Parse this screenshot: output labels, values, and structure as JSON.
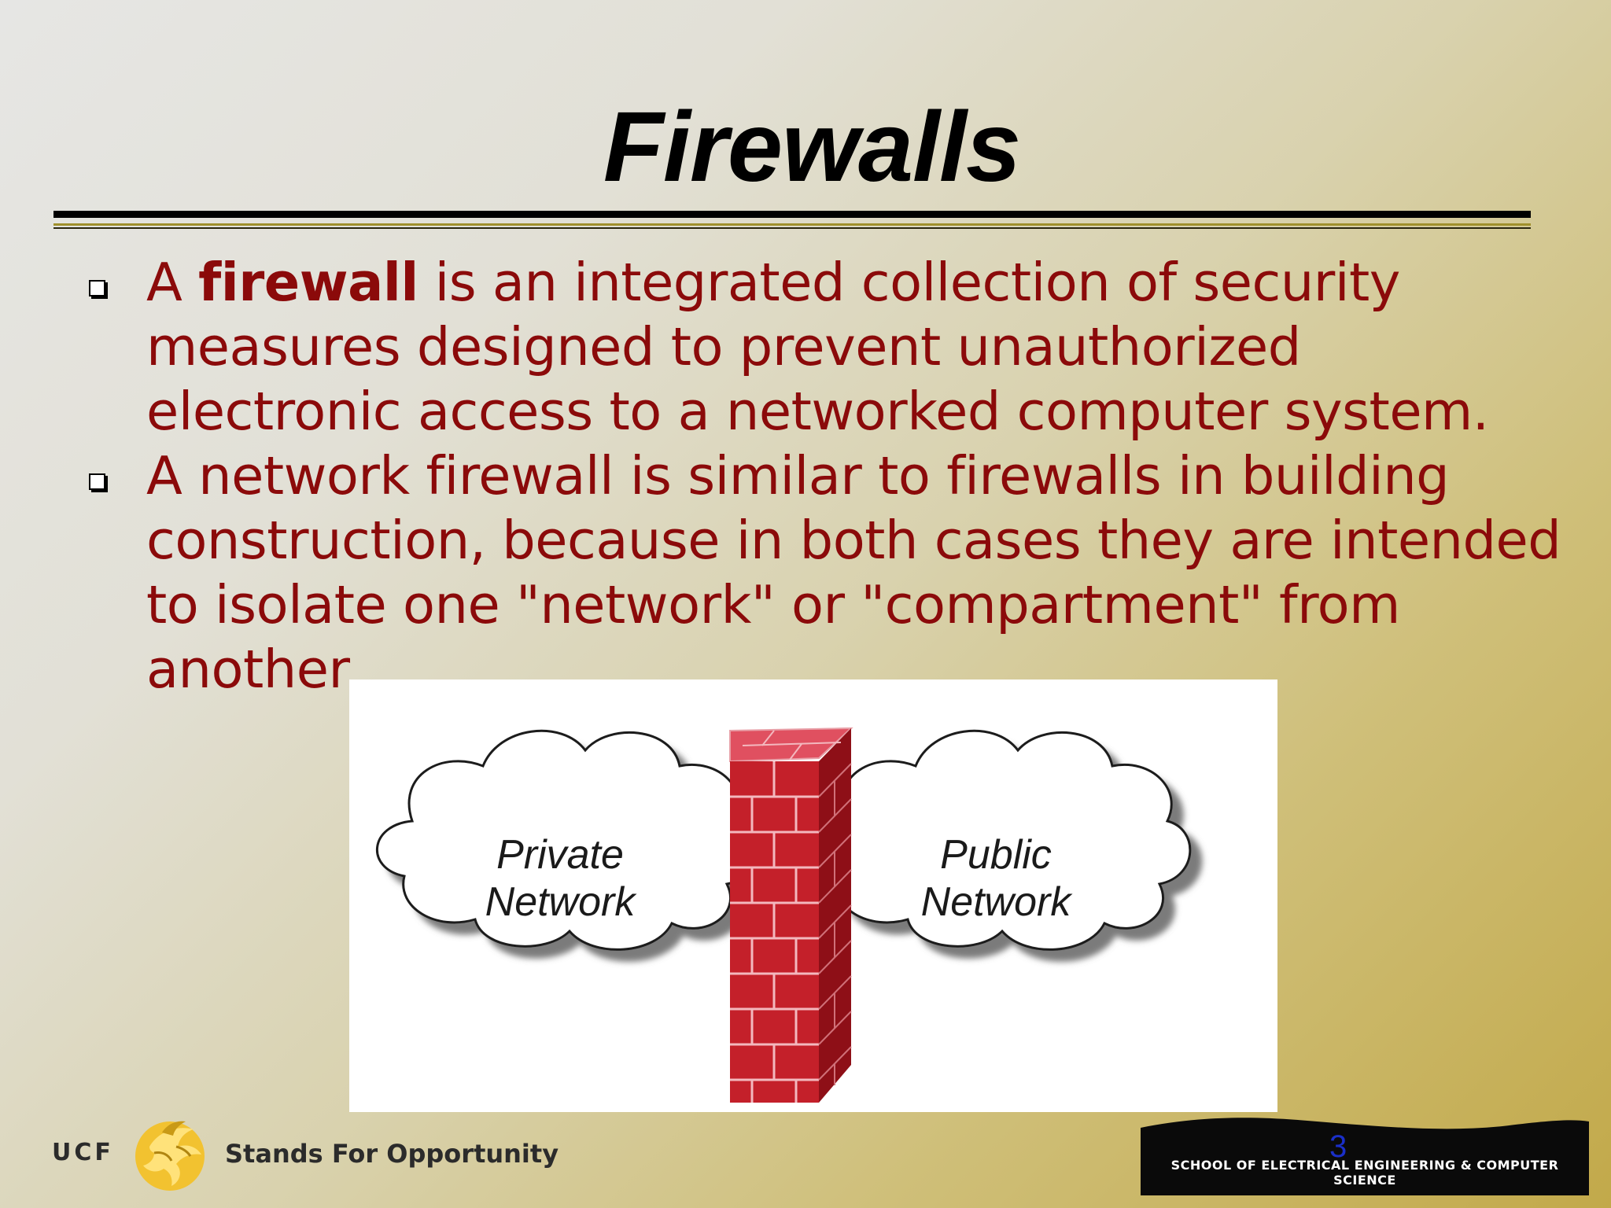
{
  "slide": {
    "title": "Firewalls",
    "bullets": [
      {
        "prefix": "A ",
        "bold": "firewall",
        "rest": " is an integrated collection of security measures designed to prevent unauthorized electronic access to a networked computer system."
      },
      {
        "text": "A network firewall is similar to firewalls in building construction, because in both cases they are intended to isolate one \"network\" or \"compartment\" from another."
      }
    ],
    "diagram": {
      "left_cloud": [
        "Private",
        "Network"
      ],
      "right_cloud": [
        "Public",
        "Network"
      ]
    },
    "slide_number": "3"
  },
  "footer": {
    "brand": "UCF",
    "tagline": "Stands For Opportunity",
    "school": "SCHOOL OF ELECTRICAL ENGINEERING & COMPUTER SCIENCE"
  },
  "colors": {
    "body_text": "#8b0a0a",
    "title": "#000000",
    "accent_gold": "#c2a94a",
    "brick": "#c4202a"
  },
  "icons": {
    "bullet": "hollow-square-bullet-icon",
    "logo": "pegasus-logo-icon",
    "diagram": "firewall-brick-wall-icon"
  }
}
